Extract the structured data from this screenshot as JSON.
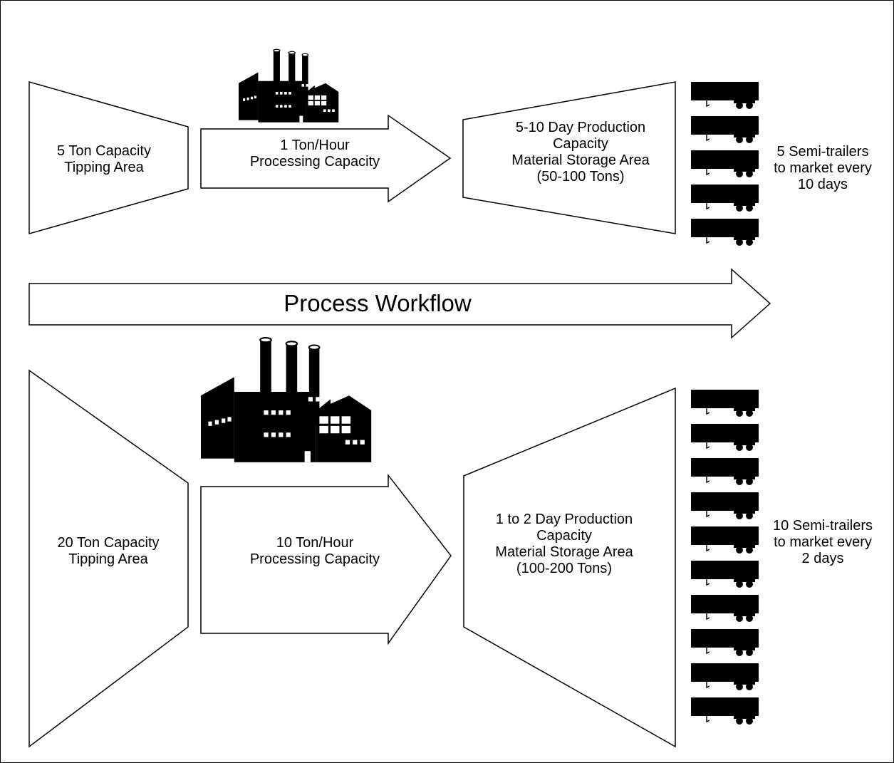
{
  "top_flow": {
    "tipping_area": [
      "5 Ton Capacity",
      "Tipping Area"
    ],
    "processing": [
      "1 Ton/Hour",
      "Processing Capacity"
    ],
    "storage": [
      "5-10 Day Production",
      "Capacity",
      "Material Storage Area",
      "(50-100 Tons)"
    ],
    "shipping": [
      "5 Semi-trailers",
      "to market every",
      "10 days"
    ],
    "trailer_count": 5
  },
  "workflow": {
    "label": "Process Workflow"
  },
  "bottom_flow": {
    "tipping_area": [
      "20 Ton Capacity",
      "Tipping Area"
    ],
    "processing": [
      "10 Ton/Hour",
      "Processing Capacity"
    ],
    "storage": [
      "1 to 2 Day Production",
      "Capacity",
      "Material Storage Area",
      "(100-200 Tons)"
    ],
    "shipping": [
      "10 Semi-trailers",
      "to market every",
      "2 days"
    ],
    "trailer_count": 10
  },
  "icons": [
    "factory-icon",
    "semi-trailer-icon"
  ],
  "colors": {
    "stroke": "#000000",
    "fill": "#ffffff",
    "icon": "#000000"
  }
}
